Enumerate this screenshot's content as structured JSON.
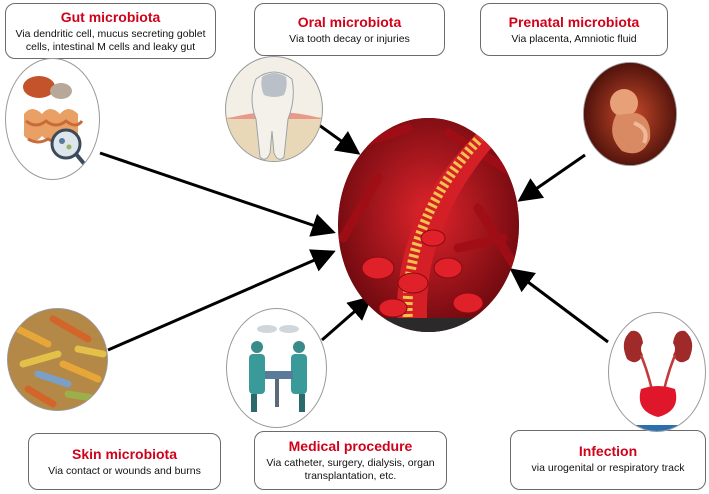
{
  "nodes": [
    {
      "id": "gut",
      "title": "Gut microbiota",
      "desc": "Via dendritic cell, mucus secreting goblet cells, intestinal M cells and leaky gut"
    },
    {
      "id": "oral",
      "title": "Oral microbiota",
      "desc": "Via tooth decay or injuries"
    },
    {
      "id": "prenatal",
      "title": "Prenatal microbiota",
      "desc": "Via placenta, Amniotic fluid"
    },
    {
      "id": "skin",
      "title": "Skin microbiota",
      "desc": "Via contact or wounds and burns"
    },
    {
      "id": "medical",
      "title": "Medical procedure",
      "desc": "Via catheter, surgery, dialysis, organ transplantation, etc."
    },
    {
      "id": "infection",
      "title": "Infection",
      "desc": "via urogenital or respiratory track"
    }
  ],
  "center": {
    "icon": "blood-vessel-icon"
  },
  "colors": {
    "title": "#d0021b",
    "arrow": "#000000",
    "blood": "#c1121f"
  }
}
